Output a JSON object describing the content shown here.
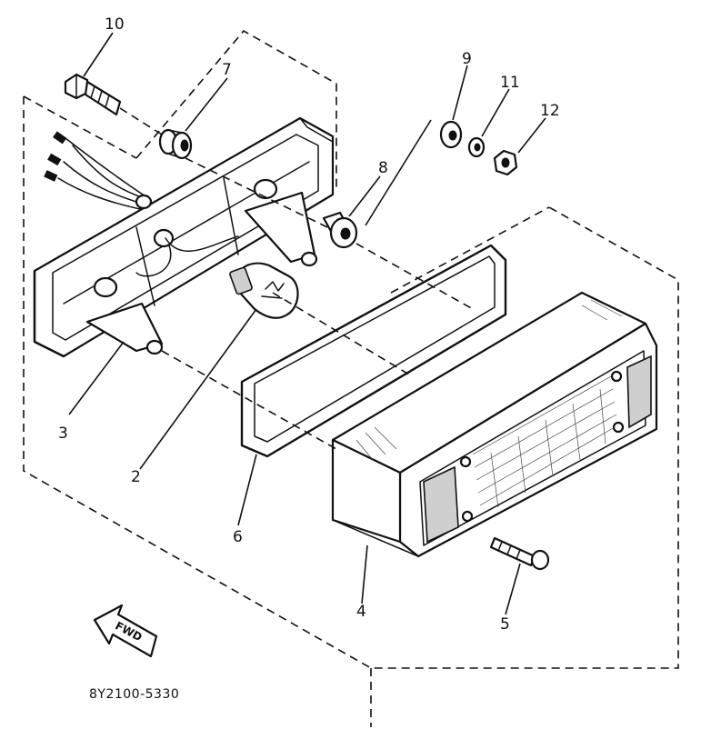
{
  "part_labels": {
    "p1": "10",
    "p2": "7",
    "p3": "9",
    "p4": "11",
    "p5": "12",
    "p6": "8",
    "p7": "3",
    "p8": "2",
    "p9": "6",
    "p10": "4",
    "p11": "5"
  },
  "fwd_label": "FWD",
  "diagram_code": "8Y2100-5330"
}
